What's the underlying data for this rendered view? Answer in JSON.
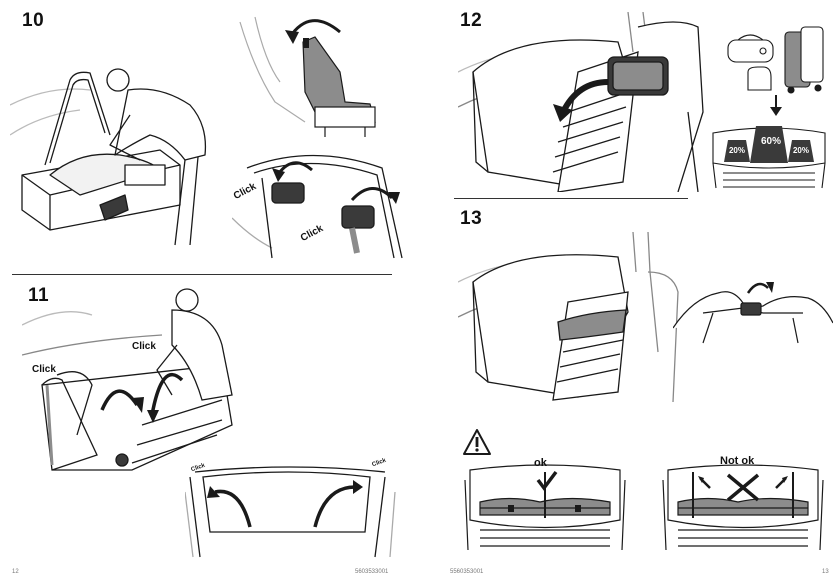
{
  "left_page": {
    "steps": [
      {
        "number": "10"
      },
      {
        "number": "11"
      }
    ],
    "click_labels": {
      "s10_a": "Click",
      "s10_b": "Click",
      "s11_a": "Click",
      "s11_b": "Click",
      "s11_c": "Click",
      "s11_d": "Click"
    },
    "footer_page": "12",
    "footer_code": "5603533001"
  },
  "right_page": {
    "steps": [
      {
        "number": "12"
      },
      {
        "number": "13"
      }
    ],
    "load_distribution": {
      "left": "20%",
      "center": "60%",
      "right": "20%"
    },
    "ok_label": "ok",
    "not_ok_label": "Not ok",
    "warning_icon": "warning-triangle-icon",
    "footer_page": "13",
    "footer_code": "5560353001"
  },
  "colors": {
    "line": "#1a1a1a",
    "fill_grey": "#8c8c8c",
    "fill_dark": "#3a3a3a"
  }
}
